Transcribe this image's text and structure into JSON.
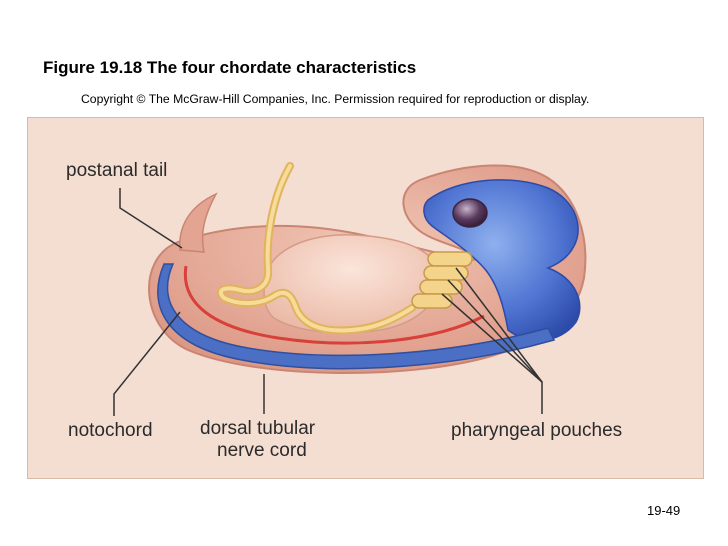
{
  "title": "Figure 19.18 The four chordate characteristics",
  "copyright": "Copyright © The McGraw-Hill Companies, Inc. Permission required for reproduction or display.",
  "labels": {
    "postanal_tail": "postanal tail",
    "notochord": "notochord",
    "nerve_cord_line1": "dorsal tubular",
    "nerve_cord_line2": "nerve cord",
    "pharyngeal_pouches": "pharyngeal pouches"
  },
  "page_number": "19-49",
  "colors": {
    "panel_background": "#f4ddd1",
    "body_tissue": "#e6aa98",
    "gut": "#f1c9b8",
    "nerve_cord": "#4a6fc4",
    "head_blue": "#3f63c8",
    "notochord_line": "#d8403a",
    "yolk_gut_tube": "#f3d48a",
    "eye": "#5a3a5e",
    "leader_lines": "#333333"
  }
}
